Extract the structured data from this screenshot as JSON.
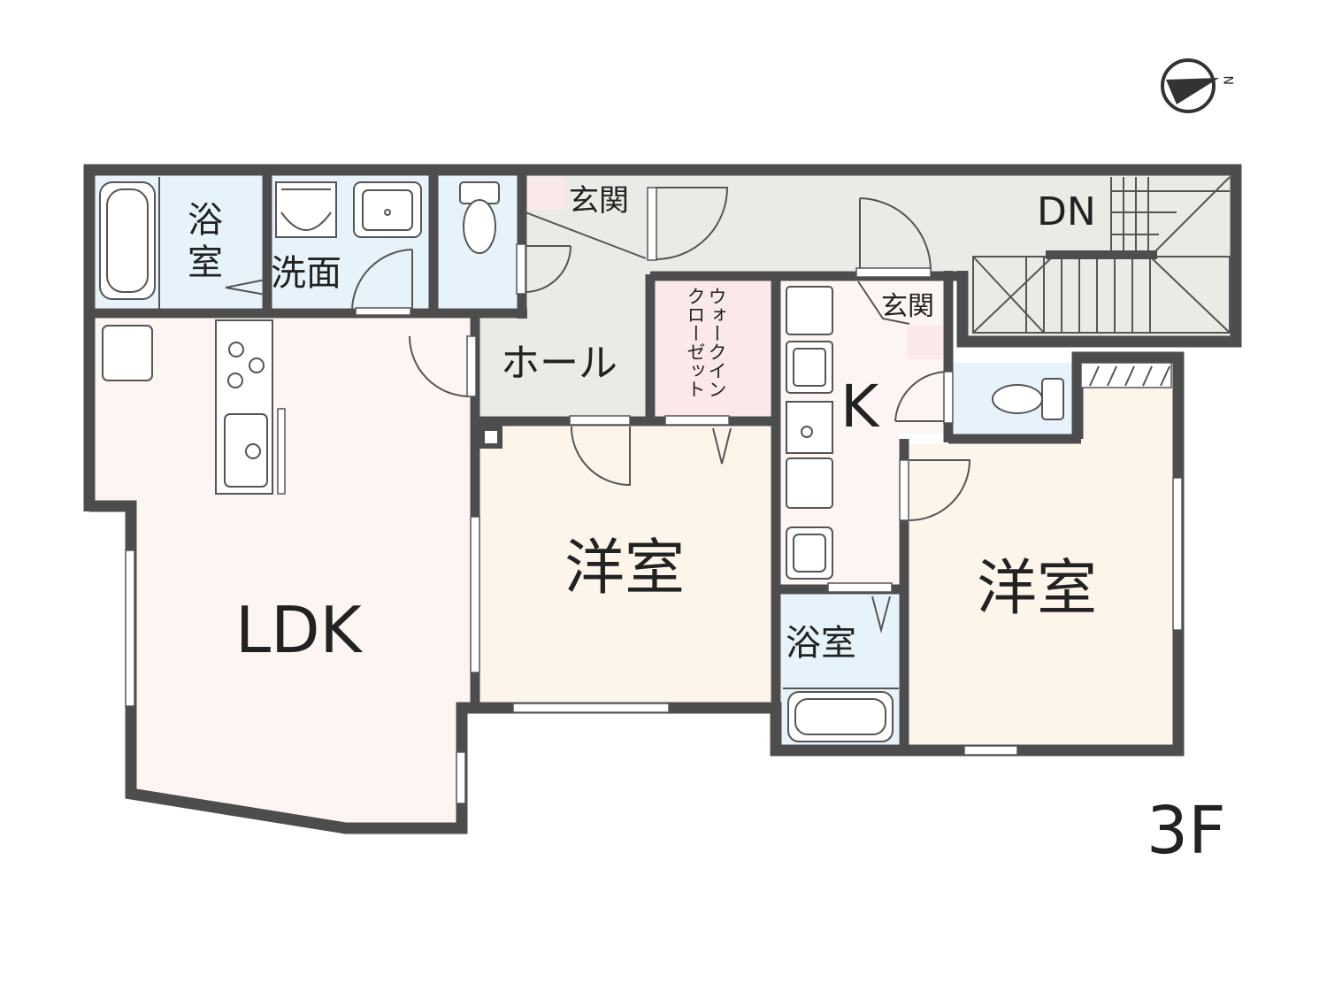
{
  "floor": "3F",
  "compass": {
    "label": "N",
    "icon": "north-arrow-icon"
  },
  "rooms": {
    "bath_left": "浴\n室",
    "bath_left_l1": "浴",
    "bath_left_l2": "室",
    "washroom": "洗面",
    "entrance_top": "玄関",
    "stairs": "DN",
    "hall": "ホール",
    "walk_in_closet_l1": "ウォークイン",
    "walk_in_closet_l2": "クローゼット",
    "kitchen": "K",
    "entrance_kitchen": "玄関",
    "ldk": "LDK",
    "western_room_center": "洋室",
    "western_room_right": "洋室",
    "bath_small": "浴室"
  },
  "colors": {
    "wall": "#4d4d4d",
    "wet_area": "#e6f3fb",
    "living": "#fdf5f1",
    "western": "#fdf4ea",
    "hall_corridor": "#ebebe6",
    "closet": "#fbe8e8"
  }
}
